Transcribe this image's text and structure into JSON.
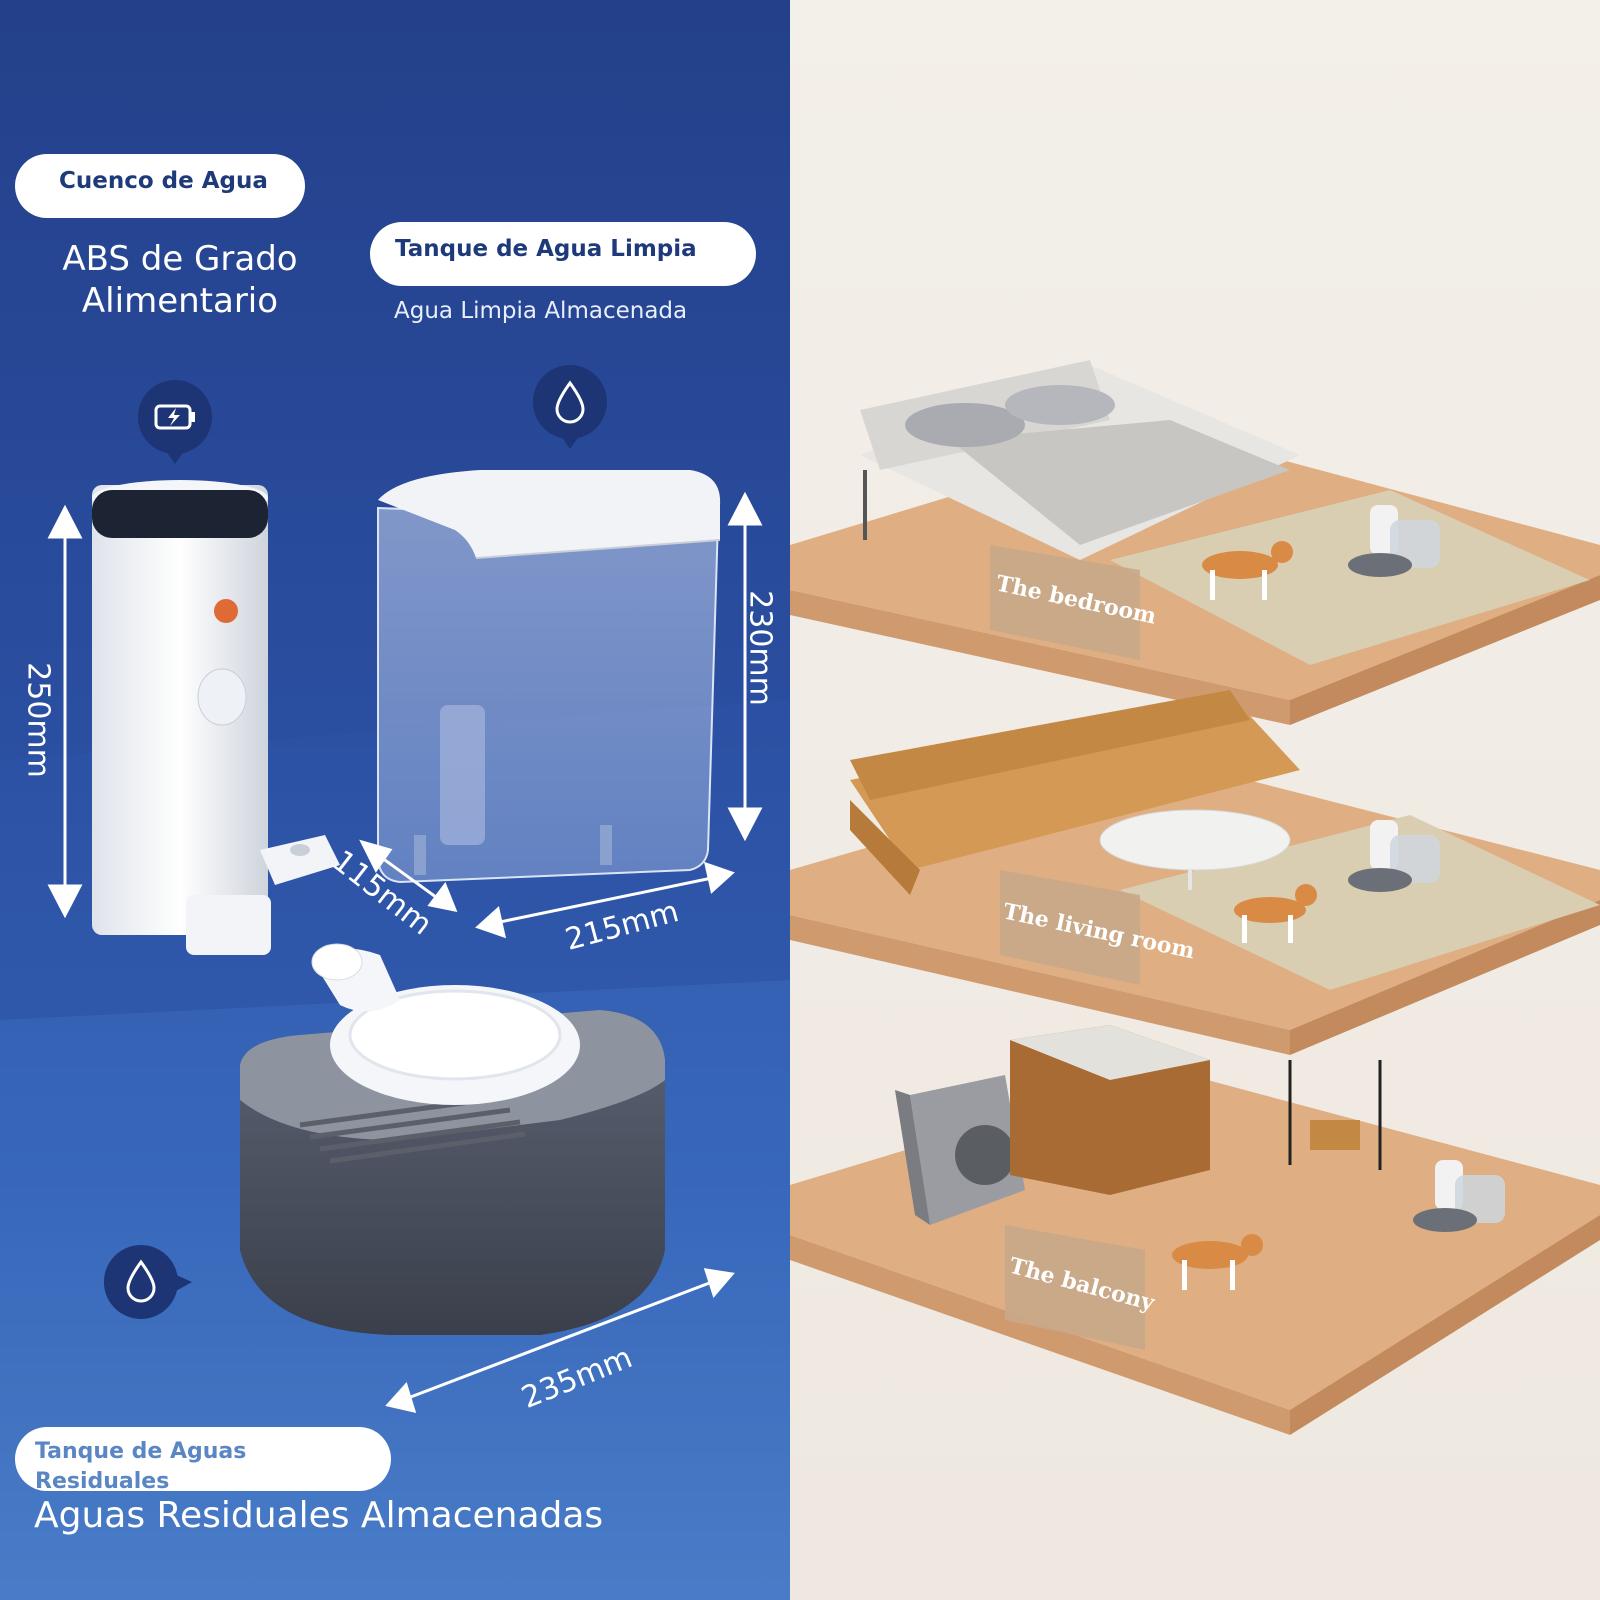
{
  "labels": {
    "bowl_title": "Cuenco de Agua",
    "bowl_caption": "ABS de Grado Alimentario",
    "clean_title": "Tanque de Agua Limpia",
    "clean_caption": "Agua Limpia Almacenada",
    "waste_title": "Tanque de Aguas Residuales",
    "waste_caption": "Aguas Residuales Almacenadas"
  },
  "dimensions": {
    "height_dispenser": "250mm",
    "height_tank": "230mm",
    "depth": "115mm",
    "width_tank": "215mm",
    "width_base": "235mm"
  },
  "icons": [
    "battery-icon",
    "water-drop-icon",
    "water-drop-icon"
  ],
  "rooms": [
    "The bedroom",
    "The living room",
    "The balcony"
  ],
  "colors": {
    "panel_blue": "#2a4ea0",
    "title_blue": "#1e3a7a",
    "accent_orange": "#e06a35",
    "floor_wood": "#d9a77a"
  }
}
